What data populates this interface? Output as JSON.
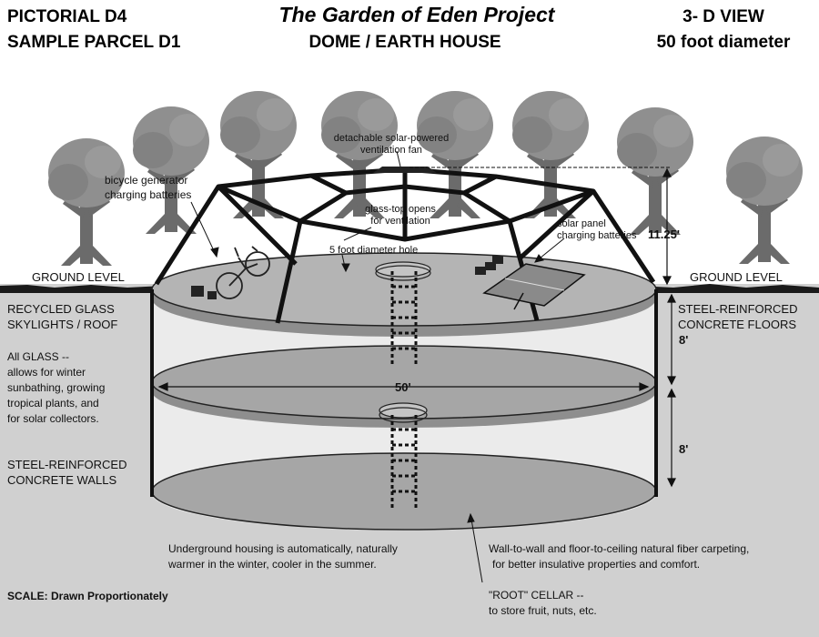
{
  "header": {
    "left_line1": "PICTORIAL  D4",
    "left_line2": "SAMPLE PARCEL  D1",
    "title": "The Garden of Eden Project",
    "subtitle": "DOME / EARTH HOUSE",
    "right_line1": "3- D  VIEW",
    "right_line2": "50  foot  diameter"
  },
  "labels": {
    "ventilation_fan": [
      "detachable solar-powered",
      "ventilation fan"
    ],
    "bicycle_generator": [
      "bicycle generator",
      "charging batteries"
    ],
    "glass_top": [
      "glass-top opens",
      "for ventilation"
    ],
    "solar_panel": [
      "solar panel",
      "charging batteries"
    ],
    "hole": "5 foot diameter hole",
    "dome_height": "11.25'",
    "ground_left": "GROUND LEVEL",
    "ground_right": "GROUND LEVEL",
    "recycled_glass": [
      "RECYCLED GLASS",
      "SKYLIGHTS / ROOF"
    ],
    "all_glass": [
      "All GLASS --",
      "allows for winter",
      "sunbathing, growing",
      "tropical plants, and",
      "for solar collectors."
    ],
    "steel_walls": [
      "STEEL-REINFORCED",
      "CONCRETE WALLS"
    ],
    "steel_floors": [
      "STEEL-REINFORCED",
      "CONCRETE FLOORS"
    ],
    "floor_height_1": "8'",
    "floor_height_2": "8'",
    "diameter": "50'",
    "underground": [
      "Underground housing is automatically, naturally",
      "warmer  in the winter, cooler in the summer."
    ],
    "carpeting": [
      "Wall-to-wall and floor-to-ceiling natural fiber carpeting,",
      "for better insulative properties and comfort."
    ],
    "scale": "SCALE: Drawn Proportionately",
    "root_cellar": [
      "\"ROOT\" CELLAR --",
      "to store fruit, nuts, etc."
    ]
  }
}
